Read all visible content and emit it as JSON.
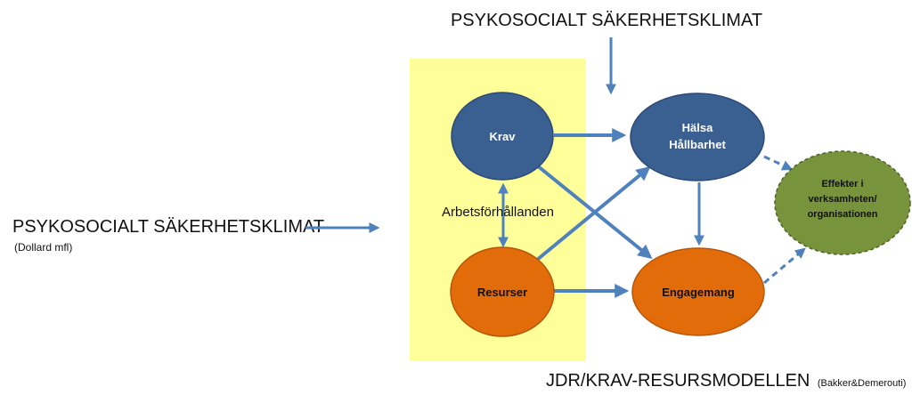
{
  "top_title": "PSYKOSOCIALT SÄKERHETSKLIMAT",
  "left_title": "PSYKOSOCIALT SÄKERHETSKLIMAT",
  "left_subtitle": "(Dollard mfl)",
  "box_label": "Arbetsförhållanden",
  "nodes": {
    "krav": "Krav",
    "resurser": "Resurser",
    "halsa_line1": "Hälsa",
    "halsa_line2": "Hållbarhet",
    "engagemang": "Engagemang",
    "effekter_line1": "Effekter i",
    "effekter_line2": "verksamheten/",
    "effekter_line3": "organisationen"
  },
  "model_title": "JDR/KRAV-RESURSMODELLEN",
  "model_citation": "(Bakker&Demerouti)",
  "colors": {
    "yellow_box": "#ffff99",
    "blue_node": "#3a5f91",
    "orange_node": "#e36c0a",
    "green_node": "#77933c",
    "arrow": "#4f81bd"
  }
}
